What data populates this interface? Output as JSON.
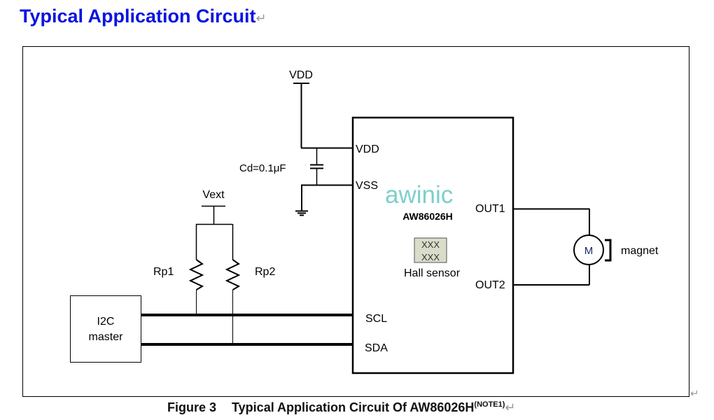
{
  "heading": {
    "text": "Typical Application Circuit",
    "color": "#0a14e0"
  },
  "caption": {
    "figure_label": "Figure 3",
    "title": "Typical Application Circuit Of AW86026H",
    "note": "(NOTE1)"
  },
  "paragraph_mark": "↵",
  "diagram": {
    "supply": {
      "vdd_label": "VDD",
      "capacitor_label": "Cd=0.1μF"
    },
    "pullup": {
      "vext_label": "Vext",
      "rp1_label": "Rp1",
      "rp2_label": "Rp2"
    },
    "master": {
      "line1": "I2C",
      "line2": "master"
    },
    "chip": {
      "brand": "awinic",
      "brand_color": "#7ecfcc",
      "part_number": "AW86026H",
      "pins": {
        "vdd": "VDD",
        "vss": "VSS",
        "scl": "SCL",
        "sda": "SDA",
        "out1": "OUT1",
        "out2": "OUT2"
      },
      "sensor_label": "Hall sensor",
      "sensor_marks": "XXX"
    },
    "motor": {
      "symbol": "M",
      "magnet_label": "magnet"
    }
  }
}
